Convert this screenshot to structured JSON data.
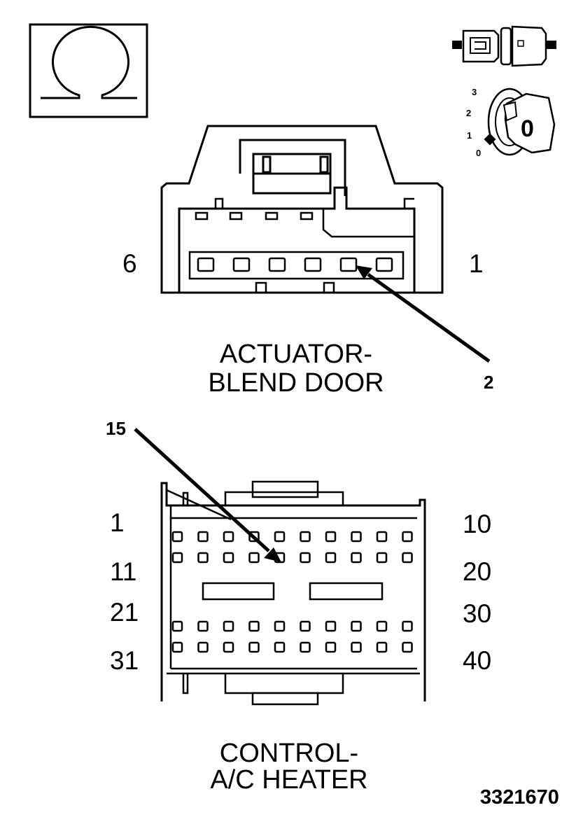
{
  "symbols": {
    "ohm_icon": "ohm-symbol-icon",
    "connector_icon": "disconnected-connector-icon",
    "ignition_icon": "ignition-key-icon",
    "ignition_key_label": "0",
    "ignition_positions": [
      "3",
      "2",
      "1",
      "0"
    ]
  },
  "actuator": {
    "title_line1": "ACTUATOR-",
    "title_line2": "BLEND DOOR",
    "pin_left": "6",
    "pin_right": "1",
    "callout": "2",
    "pin_count": 6
  },
  "control": {
    "title_line1": "CONTROL-",
    "title_line2": "A/C HEATER",
    "callout": "15",
    "rows_left": [
      "1",
      "11",
      "21",
      "31"
    ],
    "rows_right": [
      "10",
      "20",
      "30",
      "40"
    ],
    "pins_per_row": 10
  },
  "figure_number": "3321670"
}
